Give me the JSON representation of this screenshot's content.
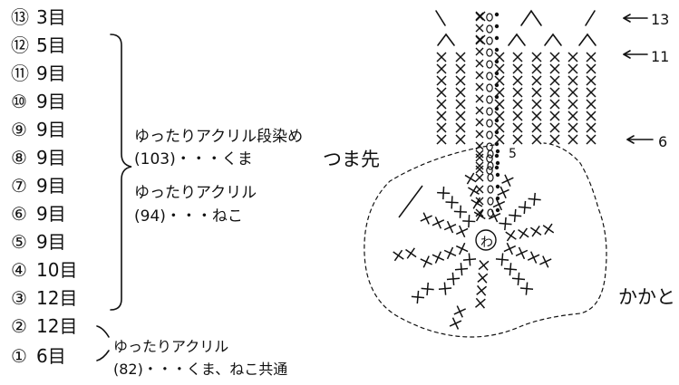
{
  "rows": [
    {
      "num": "⑬",
      "text": "3目"
    },
    {
      "num": "⑫",
      "text": "5目"
    },
    {
      "num": "⑪",
      "text": "9目"
    },
    {
      "num": "⑩",
      "text": "9目"
    },
    {
      "num": "⑨",
      "text": "9目"
    },
    {
      "num": "⑧",
      "text": "9目"
    },
    {
      "num": "⑦",
      "text": "9目"
    },
    {
      "num": "⑥",
      "text": "9目"
    },
    {
      "num": "⑤",
      "text": "9目"
    },
    {
      "num": "④",
      "text": "10目"
    },
    {
      "num": "③",
      "text": "12目"
    },
    {
      "num": "②",
      "text": "12目"
    },
    {
      "num": "①",
      "text": "6目"
    }
  ],
  "notes": {
    "yarn1_line1": "ゆったりアクリル段染め",
    "yarn1_line2": "(103)・・・くま",
    "yarn2_line1": "ゆったりアクリル",
    "yarn2_line2": "(94)・・・ねこ",
    "yarn3_line1": "ゆったりアクリル",
    "yarn3_line2": "(82)・・・くま、ねこ共通"
  },
  "labels": {
    "toe": "つま先",
    "heel": "かかと",
    "center": "わ",
    "chain_count": "5",
    "arrow_13": "13",
    "arrow_11": "11",
    "arrow_6": "6"
  }
}
